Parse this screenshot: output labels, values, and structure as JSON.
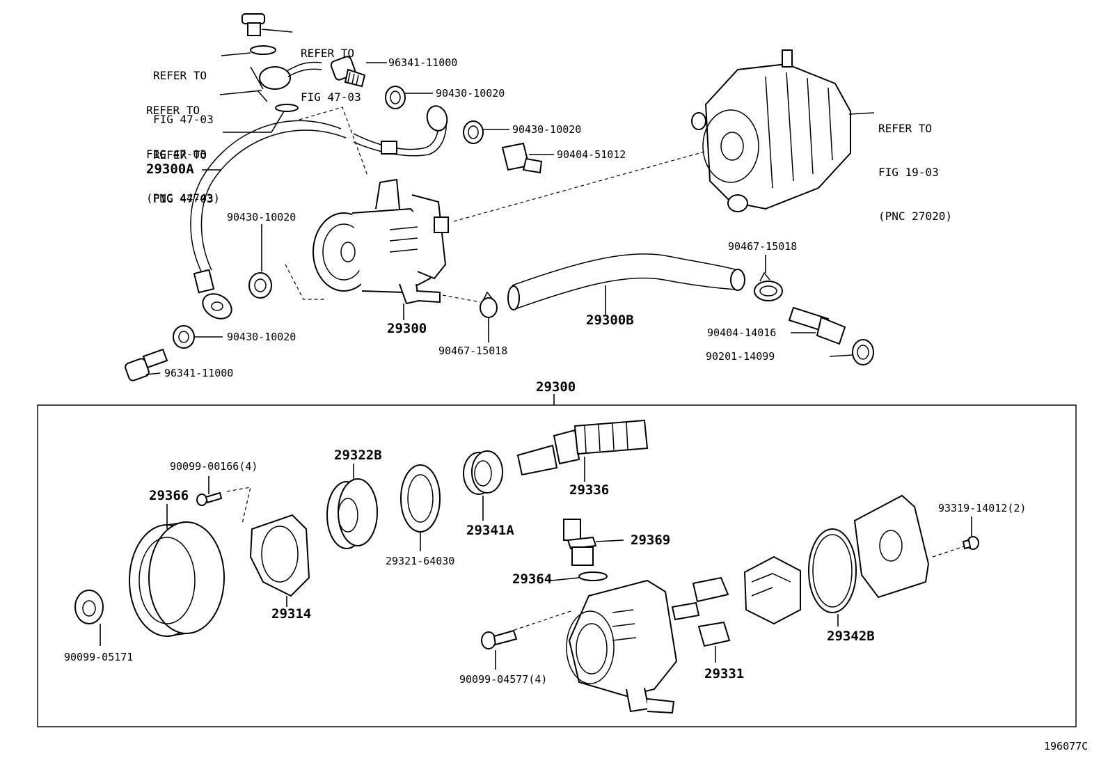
{
  "figure_id": "196077C",
  "refs": {
    "r1": [
      "REFER TO",
      "FIG 47-03"
    ],
    "r2": [
      "REFER TO",
      "FIG 47-03"
    ],
    "r3": [
      "REFER TO",
      "FIG 47-03",
      "(PNC 44743)"
    ],
    "r4": [
      "REFER TO",
      "FIG 47-03"
    ],
    "r5": [
      "REFER TO",
      "FIG 19-03",
      "(PNC 27020)"
    ]
  },
  "labels": {
    "p96341_top": "96341-11000",
    "p90430_a": "90430-10020",
    "p90430_b": "90430-10020",
    "p90404_51012": "90404-51012",
    "p29300A": "29300A",
    "p90430_c": "90430-10020",
    "p90467_top": "90467-15018",
    "p29300_upper": "29300",
    "p29300B": "29300B",
    "p90430_d": "90430-10020",
    "p90467_bottom": "90467-15018",
    "p90404_14016": "90404-14016",
    "p90201": "90201-14099",
    "p96341_bottom": "96341-11000",
    "p29300_assy": "29300",
    "p90099_00166": "90099-00166(4)",
    "p29322B": "29322B",
    "p29336": "29336",
    "p29366": "29366",
    "p29341A": "29341A",
    "p29369": "29369",
    "p93319": "93319-14012(2)",
    "p29321": "29321-64030",
    "p29364": "29364",
    "p29314": "29314",
    "p29342B": "29342B",
    "p90099_05171": "90099-05171",
    "p29331": "29331",
    "p90099_04577": "90099-04577(4)"
  }
}
